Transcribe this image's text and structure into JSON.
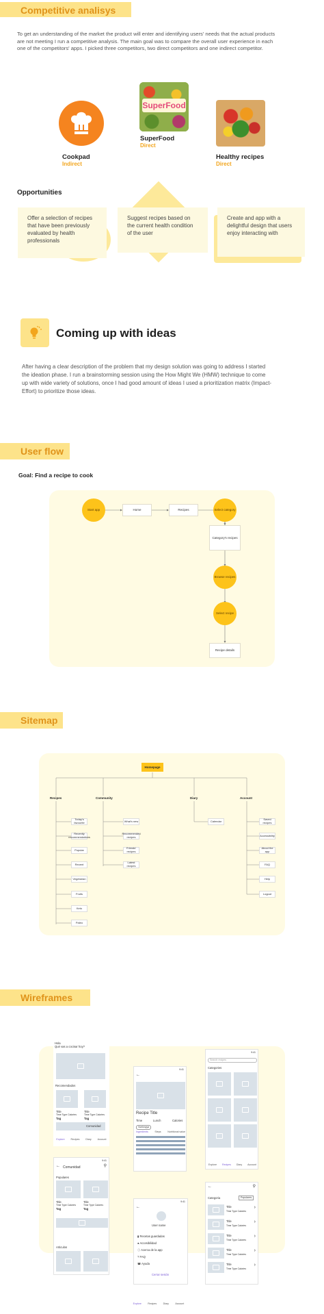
{
  "competitive": {
    "heading": "Competitive analisys",
    "intro": "To get an understanding of the market the product will enter and identifying users' needs that the actual products are not meeting I run a competitive analysis. The main goal was to compare the overall user experience in each one of the competitors' apps. I picked three competitors, two direct competitors and one indirect competitor.",
    "competitors": [
      {
        "name": "Cookpad",
        "type": "Indirect",
        "icon": "chef-hat-icon"
      },
      {
        "name": "SuperFood",
        "type": "Direct",
        "icon": "superfood-logo",
        "logo_text": "SuperFood"
      },
      {
        "name": "Healthy recipes",
        "type": "Direct",
        "icon": "vegetables-icon"
      }
    ]
  },
  "opportunities": {
    "title": "Opportunities",
    "items": [
      "Offer a selection of recipes that have been previously evaluated by health professionals",
      "Suggest recipes based on the current health condition of the user",
      "Create and app with a delightful design that users enjoy interacting with"
    ]
  },
  "ideas": {
    "icon": "lightbulb-icon",
    "heading": "Coming up with ideas",
    "body": "After having a clear description of the problem that my design solution was going to address I started the ideation phase. I run a brainstorming session using the How Might We (HMW) technique to come up with wide variety of solutions, once I had good amount of ideas I used a prioritization matrix (Impact-Effort)  to prioritize those ideas."
  },
  "user_flow": {
    "heading": "User flow",
    "goal": "Goal: Find a recipe to cook",
    "nodes": {
      "start": "Start app",
      "home": "Home",
      "recipes": "Recipes",
      "select_category": "Select category",
      "category_recipes": "Category's recipes",
      "browse": "Browse recipes",
      "select_recipe": "Select recipe",
      "recipe_details": "Recipe details"
    }
  },
  "sitemap": {
    "heading": "Sitemap",
    "root": "Homepage",
    "recipes": {
      "label": "Recipes",
      "children": [
        "Today's favourite",
        "Recently recommendations",
        "Popular",
        "Recent",
        "Vegetarian",
        "Fruits",
        "Keto",
        "Paleo"
      ]
    },
    "community": {
      "label": "Community",
      "children": [
        "What's new",
        "Recommended recipes",
        "Friends' recipes",
        "Latest recipes"
      ]
    },
    "diary": {
      "label": "Diary",
      "children": [
        "Calendar"
      ]
    },
    "account": {
      "label": "Account",
      "children": [
        "Saved recipes",
        "Accessibility",
        "About the app",
        "FAQ",
        "Help",
        "Logout"
      ]
    }
  },
  "wireframes": {
    "heading": "Wireframes",
    "status": "9:41",
    "home": {
      "greeting": "Hola",
      "question": "Qué vas a cocinar hoy?",
      "section": "Recomendados",
      "card_title": "Title",
      "card_meta": "Time  Type  Calories",
      "card_tag": "Tag",
      "bar_label": "Comunidad"
    },
    "nav": [
      "Explore",
      "Recipes",
      "Diary",
      "Account"
    ],
    "recipe": {
      "title": "Recipe Title",
      "meta": [
        "Time",
        "Lunch",
        "Calories"
      ],
      "chip": "Vuelvoyya",
      "tabs": [
        "Ingredients",
        "Steps",
        "Nutritional value"
      ]
    },
    "search": {
      "placeholder": "Search recipes",
      "section": "Categories"
    },
    "community": {
      "title": "Comunidad",
      "section1": "Populares",
      "section2": "Articulos"
    },
    "account": {
      "user": "User name",
      "items": [
        "Recetas guardadas",
        "Accesibilidad",
        "Acerca de la app",
        "FAQ",
        "Ayuda"
      ],
      "logout": "Cerrar sesión"
    },
    "category": {
      "title": "Categoria",
      "filter": "Populares"
    }
  }
}
